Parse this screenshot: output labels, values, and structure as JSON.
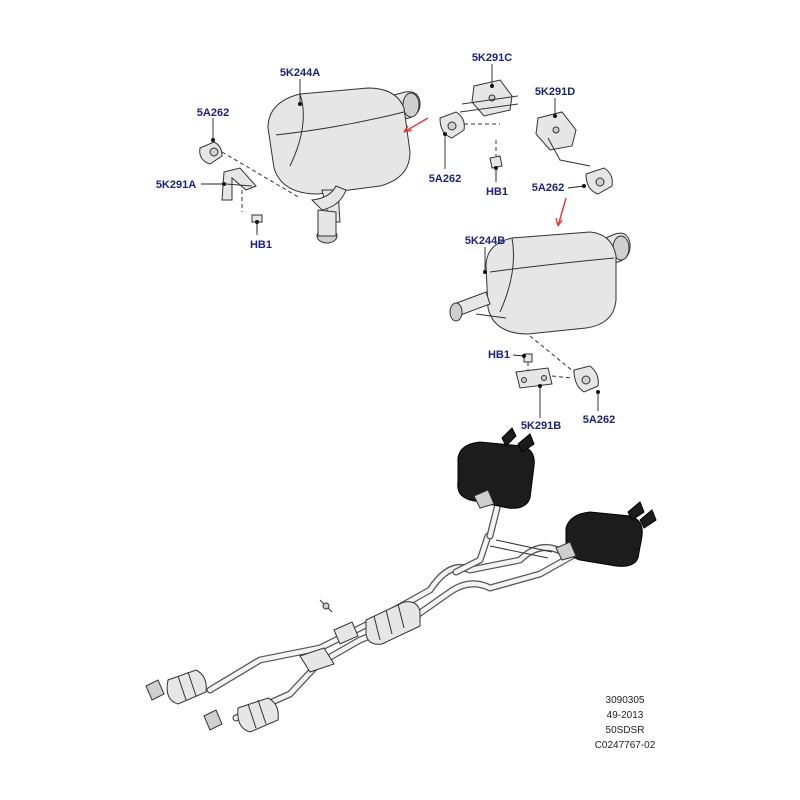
{
  "labels": {
    "muffler_a": "5K244A",
    "muffler_b": "5K244B",
    "mount_a": "5A262",
    "mount_b": "5A262",
    "mount_c": "5A262",
    "mount_d": "5A262",
    "bracket_a": "5K291A",
    "bracket_b": "5K291B",
    "bracket_c": "5K291C",
    "bracket_d": "5K291D",
    "bolt_a": "HB1",
    "bolt_b": "HB1",
    "bolt_c": "HB1"
  },
  "footer": {
    "line1": "3090305",
    "line2": "49-2013",
    "line3": "50SDSR",
    "line4": "C0247767-02"
  },
  "colors": {
    "label_text": "#1a237e",
    "callout_arrow": "#e53935"
  }
}
